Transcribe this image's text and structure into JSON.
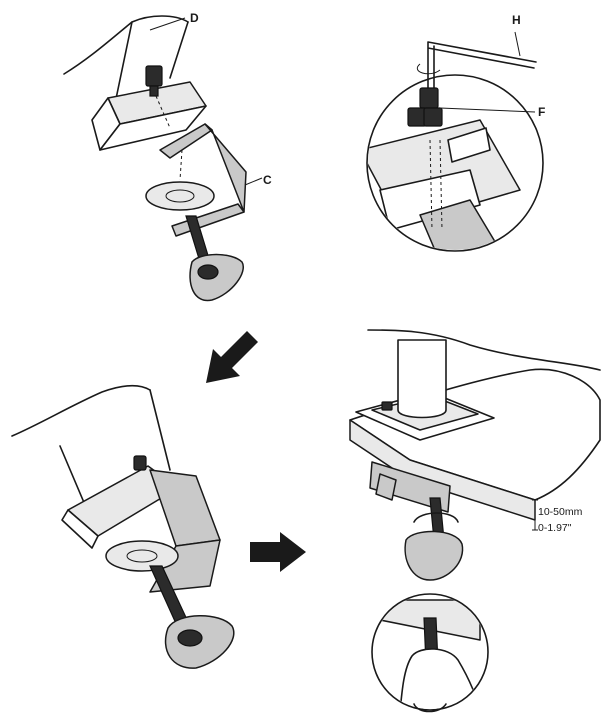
{
  "callouts": {
    "d": "D",
    "c": "C",
    "h": "H",
    "f": "F"
  },
  "dimension": {
    "metric": "10-50mm",
    "imperial": "0-1.97\""
  }
}
